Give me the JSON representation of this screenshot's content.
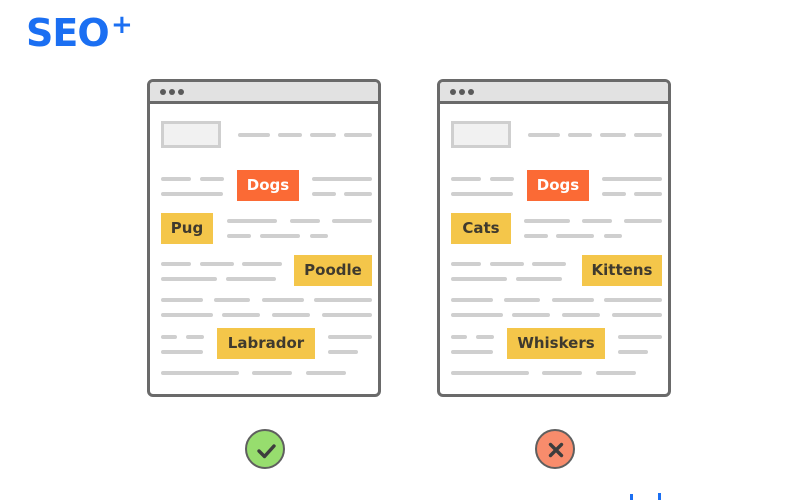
{
  "logo": {
    "text": "SEO",
    "superscript": "+"
  },
  "colors": {
    "brand_blue": "#1b6ff2",
    "window_border": "#6a6a6a",
    "titlebar": "#e2e2e2",
    "text_line": "#cfcfcf",
    "tag_orange": "#fb6a35",
    "tag_yellow": "#f4c64a",
    "ok_green": "#97dd6e",
    "bad_red": "#f88c6c"
  },
  "good_example": {
    "main_keyword": "Dogs",
    "related_keywords": [
      "Pug",
      "Poodle",
      "Labrador"
    ],
    "status_icon": "check-icon"
  },
  "bad_example": {
    "main_keyword": "Dogs",
    "related_keywords": [
      "Cats",
      "Kittens",
      "Whiskers"
    ],
    "status_icon": "x-icon"
  }
}
